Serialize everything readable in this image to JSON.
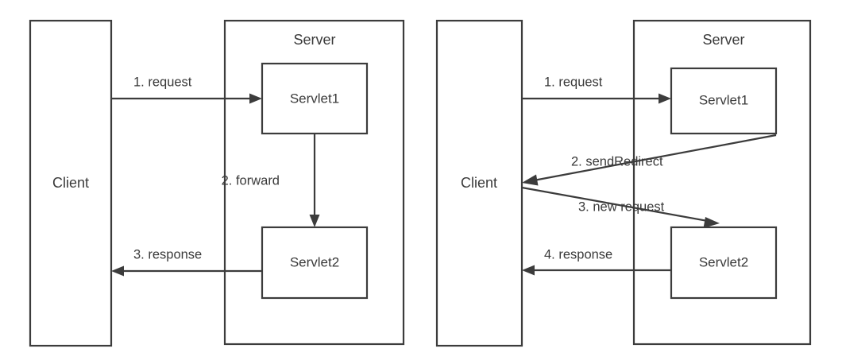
{
  "figure": {
    "title": "Servlet forward vs sendRedirect comparison diagram",
    "stroke_color": "#3c3c3c",
    "text_color": "#3a3a3a",
    "background_color": "#ffffff"
  },
  "panels": [
    {
      "id": "forward",
      "client": {
        "label": "Client"
      },
      "server": {
        "label": "Server",
        "servlets": [
          {
            "label": "Servlet1"
          },
          {
            "label": "Servlet2"
          }
        ]
      },
      "steps": [
        {
          "label": "1. request"
        },
        {
          "label": "2. forward"
        },
        {
          "label": "3. response"
        }
      ]
    },
    {
      "id": "sendRedirect",
      "client": {
        "label": "Client"
      },
      "server": {
        "label": "Server",
        "servlets": [
          {
            "label": "Servlet1"
          },
          {
            "label": "Servlet2"
          }
        ]
      },
      "steps": [
        {
          "label": "1. request"
        },
        {
          "label": "2. sendRedirect"
        },
        {
          "label": "3. new request"
        },
        {
          "label": "4. response"
        }
      ]
    }
  ]
}
